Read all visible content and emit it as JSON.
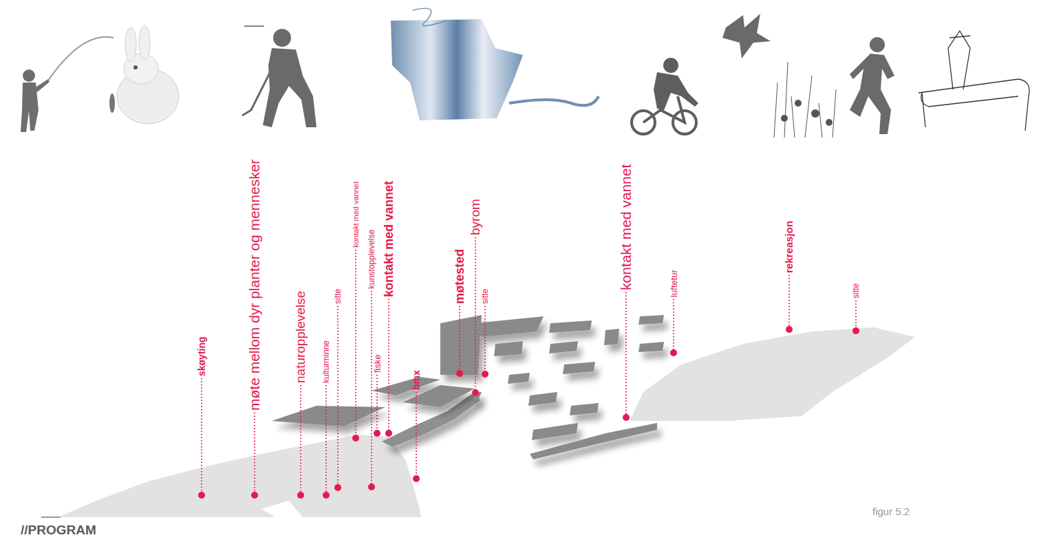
{
  "diagram": {
    "title": "//PROGRAM",
    "caption": "figur 5.2",
    "labels": [
      "skøyting",
      "møte mellom dyr planter og mennesker",
      "naturopplevelse",
      "kulturminne",
      "sitte",
      "kontakt med vannet",
      "kunstopplevelse",
      "fiske",
      "kontakt med vannet",
      "bmx",
      "møtested",
      "byrom",
      "sitte",
      "kontakt med vannet",
      "luftetur",
      "rekreasjon",
      "sitte"
    ]
  }
}
